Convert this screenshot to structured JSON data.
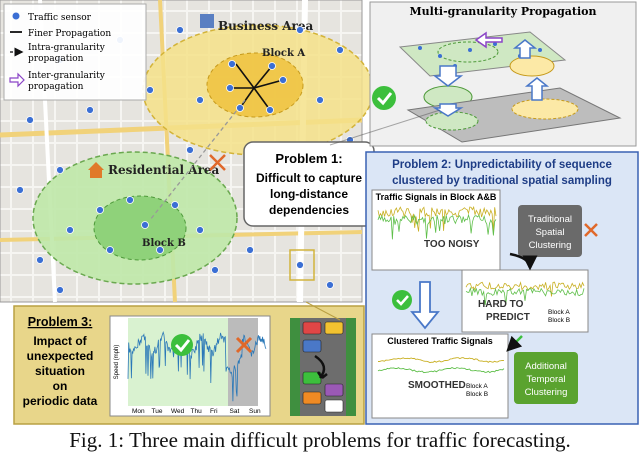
{
  "legend": {
    "items": [
      {
        "label": "Traffic sensor"
      },
      {
        "label": "Finer Propagation"
      },
      {
        "label": "Intra-granularity propagation"
      },
      {
        "label": "Inter-granularity propagation"
      }
    ]
  },
  "map": {
    "business_area": "Business Area",
    "block_a": "Block A",
    "residential_area": "Residential Area",
    "block_b": "Block B"
  },
  "problem1": {
    "title": "Problem 1:",
    "text": [
      "Difficult to capture",
      "long-distance",
      "dependencies"
    ]
  },
  "propagation": {
    "title": "Multi-granularity Propagation"
  },
  "problem2": {
    "title": "Problem 2:  Unpredictability of sequence",
    "subtitle": "clustered by traditional spatial sampling",
    "chart1": {
      "title": "Traffic Signals in Block A&B",
      "label": "TOO NOISY"
    },
    "chart2": {
      "label": "HARD TO PREDICT",
      "legend": [
        "Block A",
        "Block B"
      ]
    },
    "chart3": {
      "title": "Clustered Traffic Signals",
      "label": "SMOOTHED",
      "legend": [
        "Block A",
        "Block B"
      ]
    },
    "traditional": "Traditional Spatial Clustering",
    "additional": "Additional Temporal Clustering"
  },
  "problem3": {
    "title": "Problem 3:",
    "text": [
      "Impact of",
      "unexpected",
      "situation",
      "on",
      "periodic data"
    ],
    "days": [
      "Mon",
      "Tue",
      "Wed",
      "Thu",
      "Fri",
      "Sat",
      "Sun"
    ],
    "ylabel": "Speed (mph)"
  },
  "caption": "Fig. 1: Three main difficult problems for traffic forecasting.",
  "colors": {
    "business": "#f4e28a",
    "residential": "#bfe8a8",
    "problem2_bg": "#dbe6f6",
    "problem3_bg": "#e8d68a",
    "sensor": "#3b6fd4",
    "check": "#3cbf3c",
    "cross": "#e0682a"
  }
}
